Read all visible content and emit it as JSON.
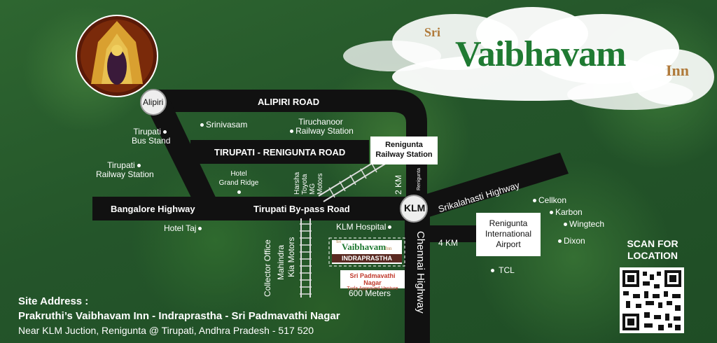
{
  "logo": {
    "sri": "Sri",
    "name": "Vaibhavam",
    "inn": "Inn"
  },
  "roads": {
    "alipiri": "ALIPIRI ROAD",
    "tirupati_renigunta": "TIRUPATI - RENIGUNTA ROAD",
    "bangalore": "Bangalore Highway",
    "bypass": "Tirupati By-pass Road",
    "srikalahasti": "Srikalahasti Highway",
    "chennai": "Chennai Highway"
  },
  "nodes": {
    "alipiri": "Alipiri",
    "klm": "KLM"
  },
  "landmarks": {
    "srinivasam": "Srinivasam",
    "tiruchanoor": "Tiruchanoor",
    "tiruchanoor_station": "Railway Station",
    "bus_stand_1": "Tirupati",
    "bus_stand_2": "Bus Stand",
    "railway_1": "Tirupati",
    "railway_2": "Railway Station",
    "grand_ridge_1": "Hotel",
    "grand_ridge_2": "Grand Ridge",
    "harsha": "Harsha",
    "toyota": "Toyota",
    "mg": "MG",
    "motors": "Motors",
    "hotel_taj": "Hotel Taj",
    "collector": "Collector Office",
    "mahindra": "Mahindra",
    "kia": "Kia Motors",
    "klm_hospital": "KLM Hospital",
    "renigunta_small": "Renigunta",
    "two_km": "2 KM",
    "four_km": "4 KM",
    "tcl": "TCL",
    "cellkon": "Cellkon",
    "karbon": "Karbon",
    "wingtech": "Wingtech",
    "dixon": "Dixon",
    "six_hundred": "600 Meters"
  },
  "boxes": {
    "station_1": "Renigunta",
    "station_2": "Railway Station",
    "airport_1": "Renigunta",
    "airport_2": "International",
    "airport_3": "Airport"
  },
  "project": {
    "sri": "Sri",
    "name": "Vaibhavam",
    "inn": "Inn",
    "band": "INDRAPRASTHA",
    "nagar": "Sri Padmavathi Nagar",
    "tuda": "Tuda Approved Venture"
  },
  "qr": {
    "line1": "SCAN FOR",
    "line2": "LOCATION"
  },
  "address": {
    "heading": "Site Address :",
    "line1": "Prakruthi’s Vaibhavam Inn - Indraprastha - Sri Padmavathi Nagar",
    "line2": "Near KLM Juction, Renigunta @ Tirupati, Andhra Pradesh - 517 520"
  },
  "colors": {
    "road": "#111111",
    "brand_green": "#1f7a32",
    "brand_gold": "#b07a3a",
    "band": "#5a2a22"
  }
}
